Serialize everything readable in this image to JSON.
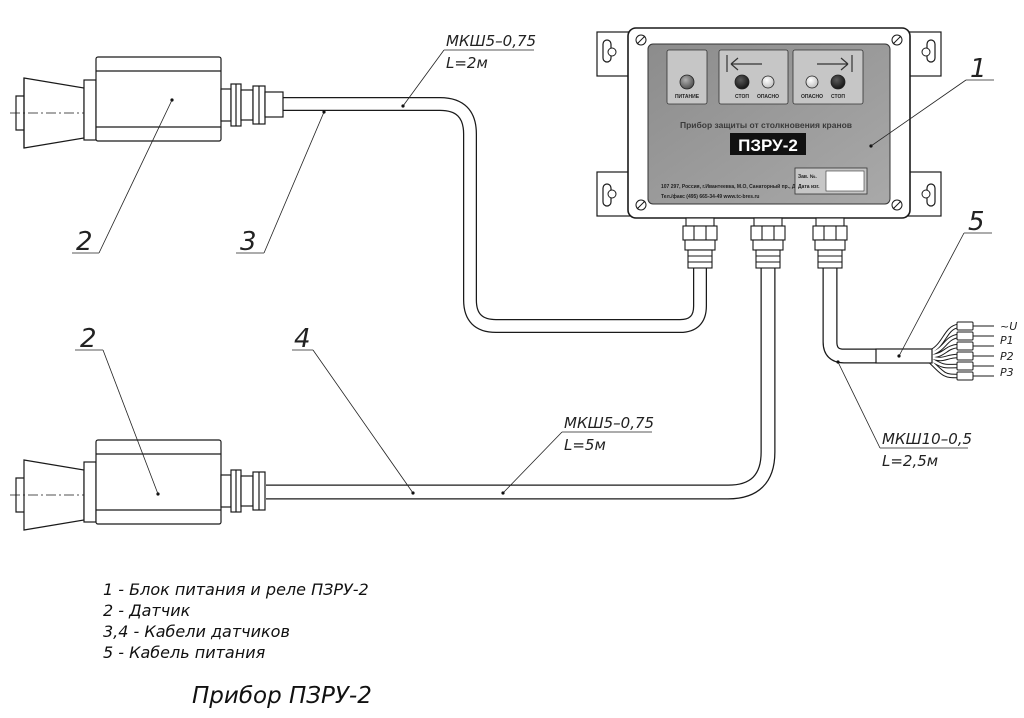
{
  "device": {
    "ind_power": "ПИТАНИЕ",
    "ind_stop": "СТОП",
    "ind_danger": "ОПАСНО",
    "subtitle": "Прибор защиты от столкновения кранов",
    "model": "ПЗРУ-2",
    "address_line1": "107 297, Россия, г.Ивантеевка, М.О, Санаторный пр., Д.1",
    "address_line2": "Тел./факс (495) 665-34-49 www.tc-bres.ru",
    "field_serial": "Зав. №.",
    "field_date": "Дата изг."
  },
  "labels": {
    "n1": "1",
    "n2_top": "2",
    "n3": "3",
    "n2_bottom": "2",
    "n4": "4",
    "n5": "5",
    "cable3_type": "МКШ5–0,75",
    "cable3_len": "L=2м",
    "cable4_type": "МКШ5–0,75",
    "cable4_len": "L=5м",
    "cable5_type": "МКШ10–0,5",
    "cable5_len": "L=2,5м",
    "wire_u": "~U",
    "wire_p1": "P1",
    "wire_p2": "P2",
    "wire_p3": "P3"
  },
  "legend": {
    "item1": "1 - Блок питания и реле ПЗРУ-2",
    "item2": "2 - Датчик",
    "item3": "3,4 - Кабели датчиков",
    "item4": "5 - Кабель питания"
  },
  "caption": "Прибор ПЗРУ-2"
}
